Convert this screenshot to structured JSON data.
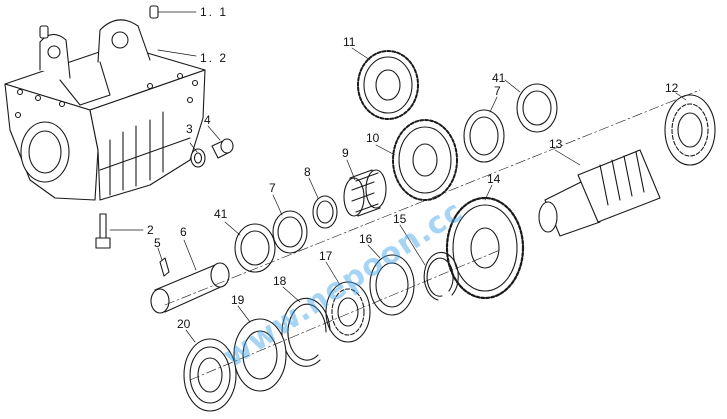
{
  "diagram": {
    "watermark": "www.nepoon.cc",
    "part_labels": {
      "p1_1": "1. 1",
      "p1_2": "1. 2",
      "p2": "2",
      "p3": "3",
      "p4": "4",
      "p5": "5",
      "p6": "6",
      "p7a": "7",
      "p7b": "7",
      "p8": "8",
      "p9": "9",
      "p10": "10",
      "p11": "11",
      "p12": "12",
      "p13": "13",
      "p14": "14",
      "p15": "15",
      "p16": "16",
      "p17": "17",
      "p18": "18",
      "p19": "19",
      "p20": "20",
      "p41a": "41",
      "p41b": "41"
    },
    "colors": {
      "line": "#1a1a1a",
      "watermark": "#3aa0e6"
    }
  }
}
